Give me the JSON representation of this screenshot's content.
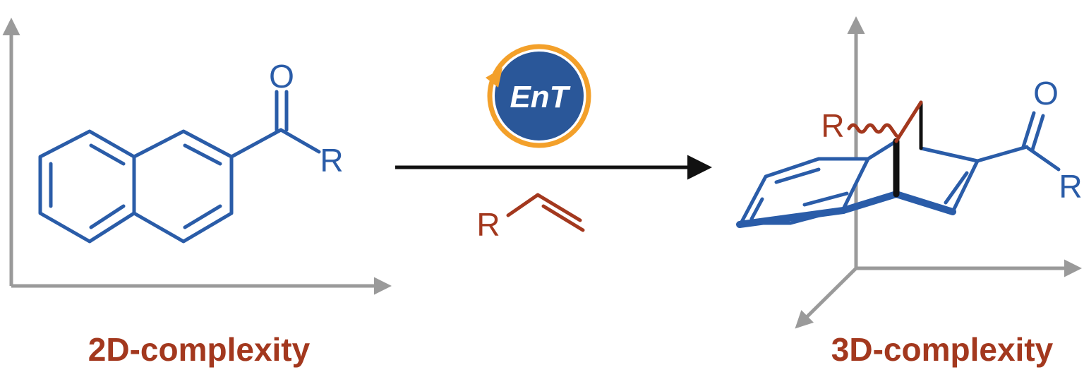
{
  "colors": {
    "axis": "#9a9a9a",
    "blue": "#2a5ca8",
    "brown": "#a3381e",
    "black": "#111111",
    "catalyst_fill": "#2a5799",
    "catalyst_ring": "#f3a02a",
    "caption": "#a3381e"
  },
  "catalyst": {
    "label": "EnT"
  },
  "reactant": {
    "oxygen": "O",
    "substituent": "R"
  },
  "reagent": {
    "substituent": "R"
  },
  "product": {
    "oxygen": "O",
    "substituent_ketone": "R",
    "substituent_wavy": "R"
  },
  "captions": {
    "left": "2D-complexity",
    "right": "3D-complexity"
  }
}
